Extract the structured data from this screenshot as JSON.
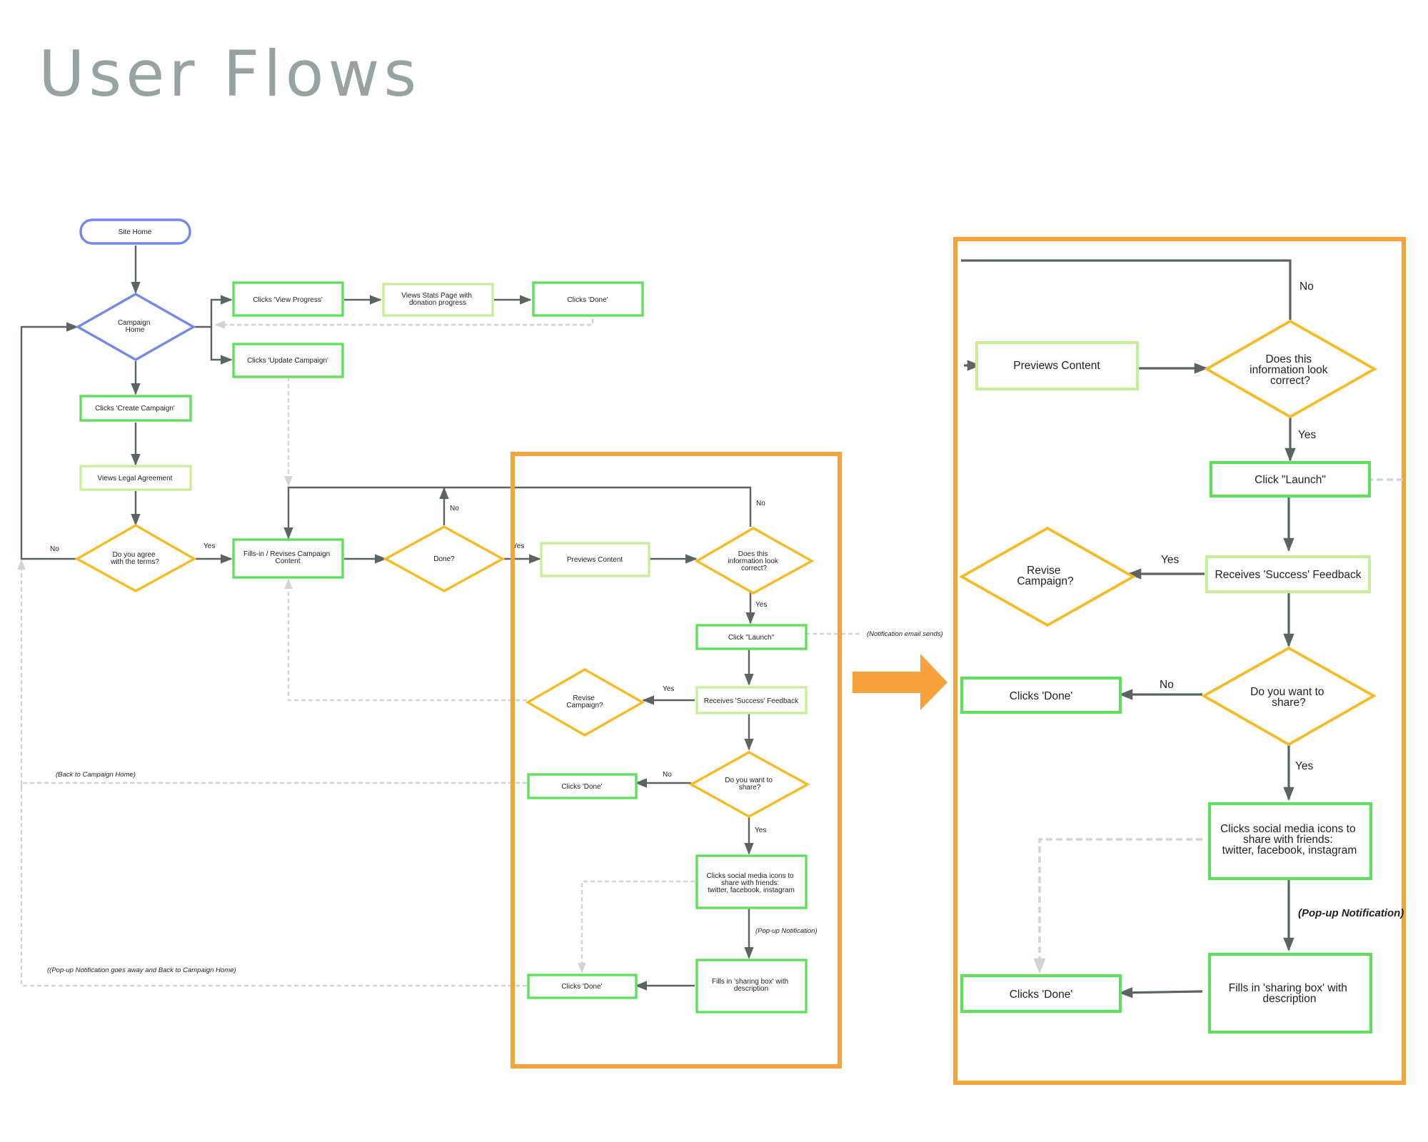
{
  "title": "User Flows",
  "colors": {
    "title": "#97a2a2",
    "blue_node": "#7488e6",
    "green_node": "#5fe05c",
    "light_green_node": "#c9ee9a",
    "decision": "#f6bb24",
    "highlight_frame": "#f7a23a",
    "zoom_arrow": "#f7a23a",
    "connector": "#5a6463",
    "dashed_connector": "#cfd4d4"
  },
  "small_flow": {
    "site_home": "Site Home",
    "campaign_home": [
      "Campaign",
      "Home"
    ],
    "view_progress": "Clicks 'View Progress'",
    "stats_page": [
      "Views Stats Page with",
      "donation progress"
    ],
    "done_top": "Clicks 'Done'",
    "update_campaign": "Clicks 'Update Campaign'",
    "create_campaign": "Clicks 'Create Campaign'",
    "legal_agreement": "Views Legal Agreement",
    "agree_terms": [
      "Do you agree",
      "with the terms?"
    ],
    "fills_in": [
      "Fills-in / Revises Campaign",
      "Content"
    ],
    "done_q": "Done?",
    "previews": "Previews Content",
    "info_correct": [
      "Does this",
      "information look",
      "correct?"
    ],
    "launch": "Click \"Launch\"",
    "success": "Receives 'Success' Feedback",
    "revise": [
      "Revise",
      "Campaign?"
    ],
    "want_share": [
      "Do you want to",
      "share?"
    ],
    "done_share_no": "Clicks 'Done'",
    "social": [
      "Clicks social media icons to",
      "share with friends:",
      "twitter, facebook, instagram"
    ],
    "sharing_box": [
      "Fills in 'sharing box' with",
      "description"
    ],
    "done_final": "Clicks 'Done'",
    "labels": {
      "no_agree": "No",
      "yes_agree": "Yes",
      "no_done": "No",
      "yes_done": "Yes",
      "no_info": "No",
      "yes_info": "Yes",
      "yes_success": "Yes",
      "no_share": "No",
      "yes_share": "Yes"
    },
    "notes": {
      "notification_email": "(Notification email sends)",
      "back_home": "(Back to Campaign Home)",
      "popup": "(Pop-up Notification)",
      "popup_back": "((Pop-up Notification goes away and Back to Campaign Home)"
    }
  },
  "zoom_flow": {
    "previews": "Previews Content",
    "info_correct": [
      "Does this",
      "information look",
      "correct?"
    ],
    "launch": "Click \"Launch\"",
    "success": "Receives 'Success' Feedback",
    "revise": [
      "Revise",
      "Campaign?"
    ],
    "want_share": [
      "Do you want to",
      "share?"
    ],
    "done_share_no": "Clicks 'Done'",
    "social": [
      "Clicks social media icons to",
      "share with friends:",
      "twitter, facebook, instagram"
    ],
    "sharing_box": [
      "Fills in 'sharing box' with",
      "description"
    ],
    "done_final": "Clicks 'Done'",
    "labels": {
      "no_info": "No",
      "yes_info": "Yes",
      "yes_success": "Yes",
      "no_share": "No",
      "yes_share": "Yes"
    },
    "notes": {
      "popup": "(Pop-up Notification)"
    }
  }
}
